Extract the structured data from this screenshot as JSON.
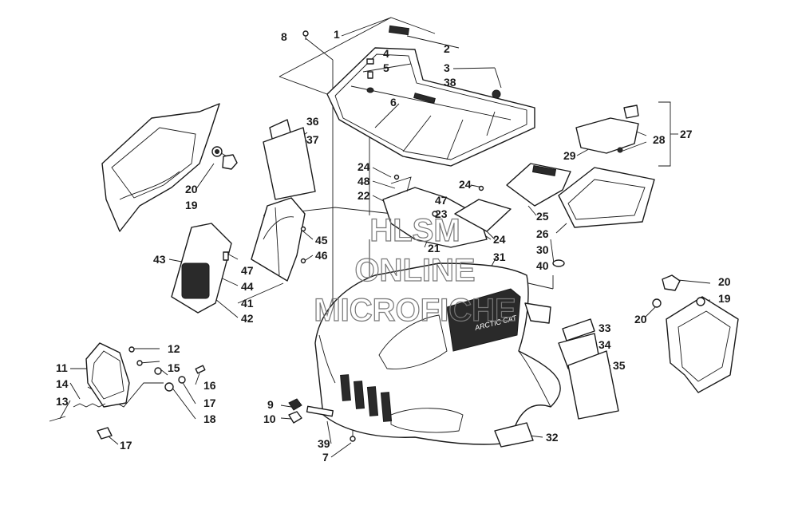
{
  "diagram": {
    "watermark": [
      "HLSM",
      "ONLINE",
      "MICROFICHE"
    ],
    "decal_text": "ARCTIC CAT",
    "callouts": [
      "1",
      "2",
      "3",
      "4",
      "5",
      "6",
      "7",
      "8",
      "9",
      "10",
      "11",
      "12",
      "13",
      "14",
      "15",
      "16",
      "17",
      "18",
      "19",
      "20",
      "21",
      "22",
      "23",
      "24",
      "25",
      "26",
      "27",
      "28",
      "29",
      "30",
      "31",
      "32",
      "33",
      "34",
      "35",
      "36",
      "37",
      "38",
      "39",
      "40",
      "41",
      "42",
      "43",
      "44",
      "45",
      "46",
      "47",
      "48"
    ]
  }
}
